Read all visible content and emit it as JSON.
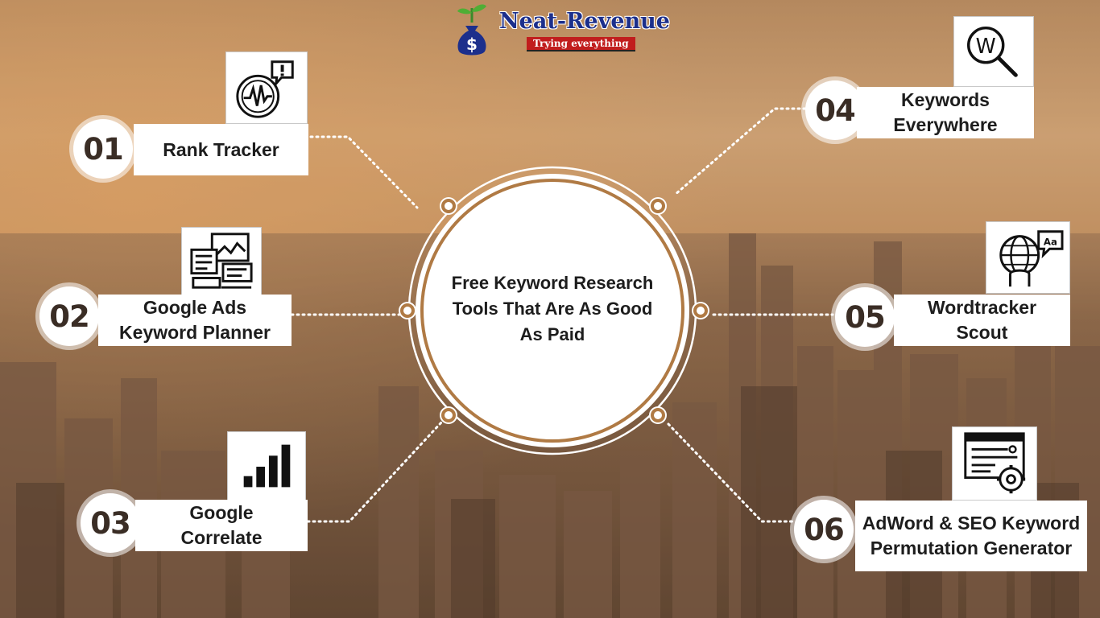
{
  "logo": {
    "name": "Neat-Revenue",
    "tagline": "Trying everything",
    "icon": "money-bag-plant-icon"
  },
  "center": {
    "title": "Free Keyword Research Tools That Are As Good As Paid"
  },
  "items": [
    {
      "number": "01",
      "label": "Rank Tracker",
      "icon": "pulse-alert-icon"
    },
    {
      "number": "02",
      "label": "Google Ads Keyword Planner",
      "icon": "ads-dashboard-icon"
    },
    {
      "number": "03",
      "label": "Google Correlate",
      "icon": "bar-chart-icon"
    },
    {
      "number": "04",
      "label": "Keywords Everywhere",
      "icon": "w-magnifier-icon"
    },
    {
      "number": "05",
      "label": "Wordtracker Scout",
      "icon": "globe-speaker-icon"
    },
    {
      "number": "06",
      "label": "AdWord & SEO Keyword Permutation Generator",
      "icon": "browser-gear-icon"
    }
  ],
  "colors": {
    "accent": "#b07a44",
    "text": "#1d1d1d",
    "number": "#3a2d25",
    "logo_blue": "#1c2f8c",
    "logo_red": "#c11d1d"
  }
}
